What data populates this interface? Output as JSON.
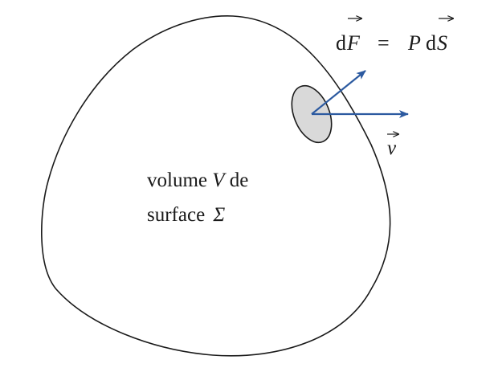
{
  "diagram": {
    "volume_label_line1_a": "volume ",
    "volume_label_line1_var": "V",
    "volume_label_line1_b": " de",
    "volume_label_line2_a": "surface ",
    "volume_label_line2_var": "Σ",
    "force_equation": {
      "d1": "d",
      "F": "F",
      "eq": "=",
      "P": "P",
      "d2": "d",
      "S": "S"
    },
    "velocity_label": "v",
    "colors": {
      "outline": "#1a1a1a",
      "arrows": "#2c5aa0",
      "surface_element": "#d9d9d9"
    }
  }
}
